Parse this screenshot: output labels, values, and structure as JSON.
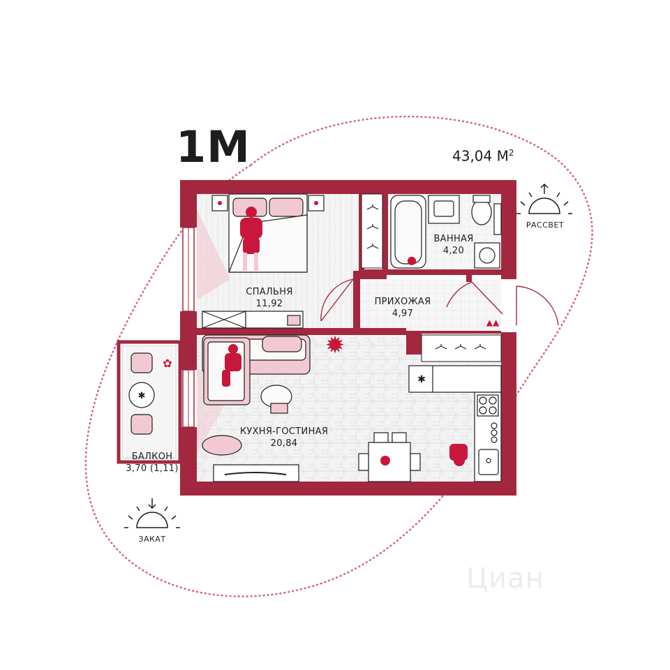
{
  "plan": {
    "type_label": "1М",
    "total_area_value": "43,04",
    "total_area_unit": "М",
    "total_area_sup": "2"
  },
  "rooms": {
    "bedroom": {
      "name": "СПАЛЬНЯ",
      "area": "11,92"
    },
    "bathroom": {
      "name": "ВАННАЯ",
      "area": "4,20"
    },
    "hallway": {
      "name": "ПРИХОЖАЯ",
      "area": "4,97"
    },
    "kitchen_living": {
      "name": "КУХНЯ-ГОСТИНАЯ",
      "area": "20,84"
    },
    "balcony": {
      "name": "БАЛКОН",
      "area": "3,70 (1,11)"
    }
  },
  "orientation": {
    "sunrise": "РАССВЕТ",
    "sunset": "ЗАКАТ"
  },
  "watermark": "Циан",
  "colors": {
    "wall": "#a3283f",
    "accent": "#c8173b",
    "accent_light": "#f2c9d2",
    "floor": "#f0f0f0",
    "orbit": "#cf6f87"
  }
}
